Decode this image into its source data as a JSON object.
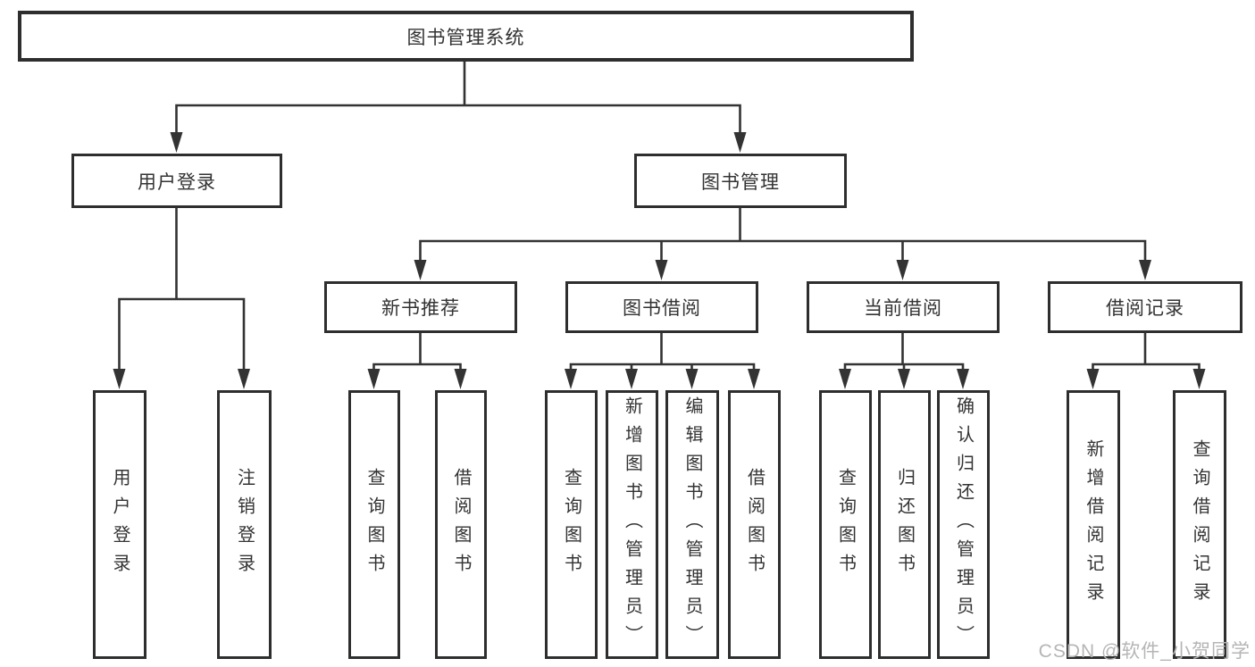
{
  "diagram_type": "hierarchy-chart",
  "colors": {
    "background": "#ffffff",
    "box_border": "#2e2e2e",
    "connector_line": "#333333",
    "text": "#333333",
    "watermark_text": "#b5b5b5"
  },
  "tree": {
    "root": {
      "label": "图书管理系统",
      "children": [
        {
          "label": "用户登录",
          "children": [
            {
              "label": "用户登录"
            },
            {
              "label": "注销登录"
            }
          ]
        },
        {
          "label": "图书管理",
          "children": [
            {
              "label": "新书推荐",
              "children": [
                {
                  "label": "查询图书"
                },
                {
                  "label": "借阅图书"
                }
              ]
            },
            {
              "label": "图书借阅",
              "children": [
                {
                  "label": "查询图书"
                },
                {
                  "label": "新增图书（管理员）"
                },
                {
                  "label": "编辑图书（管理员）"
                },
                {
                  "label": "借阅图书"
                }
              ]
            },
            {
              "label": "当前借阅",
              "children": [
                {
                  "label": "查询图书"
                },
                {
                  "label": "归还图书"
                },
                {
                  "label": "确认归还（管理员）"
                }
              ]
            },
            {
              "label": "借阅记录",
              "children": [
                {
                  "label": "新增借阅记录"
                },
                {
                  "label": "查询借阅记录"
                }
              ]
            }
          ]
        }
      ]
    }
  },
  "watermark": {
    "text": "CSDN @软件_小贺同学"
  }
}
